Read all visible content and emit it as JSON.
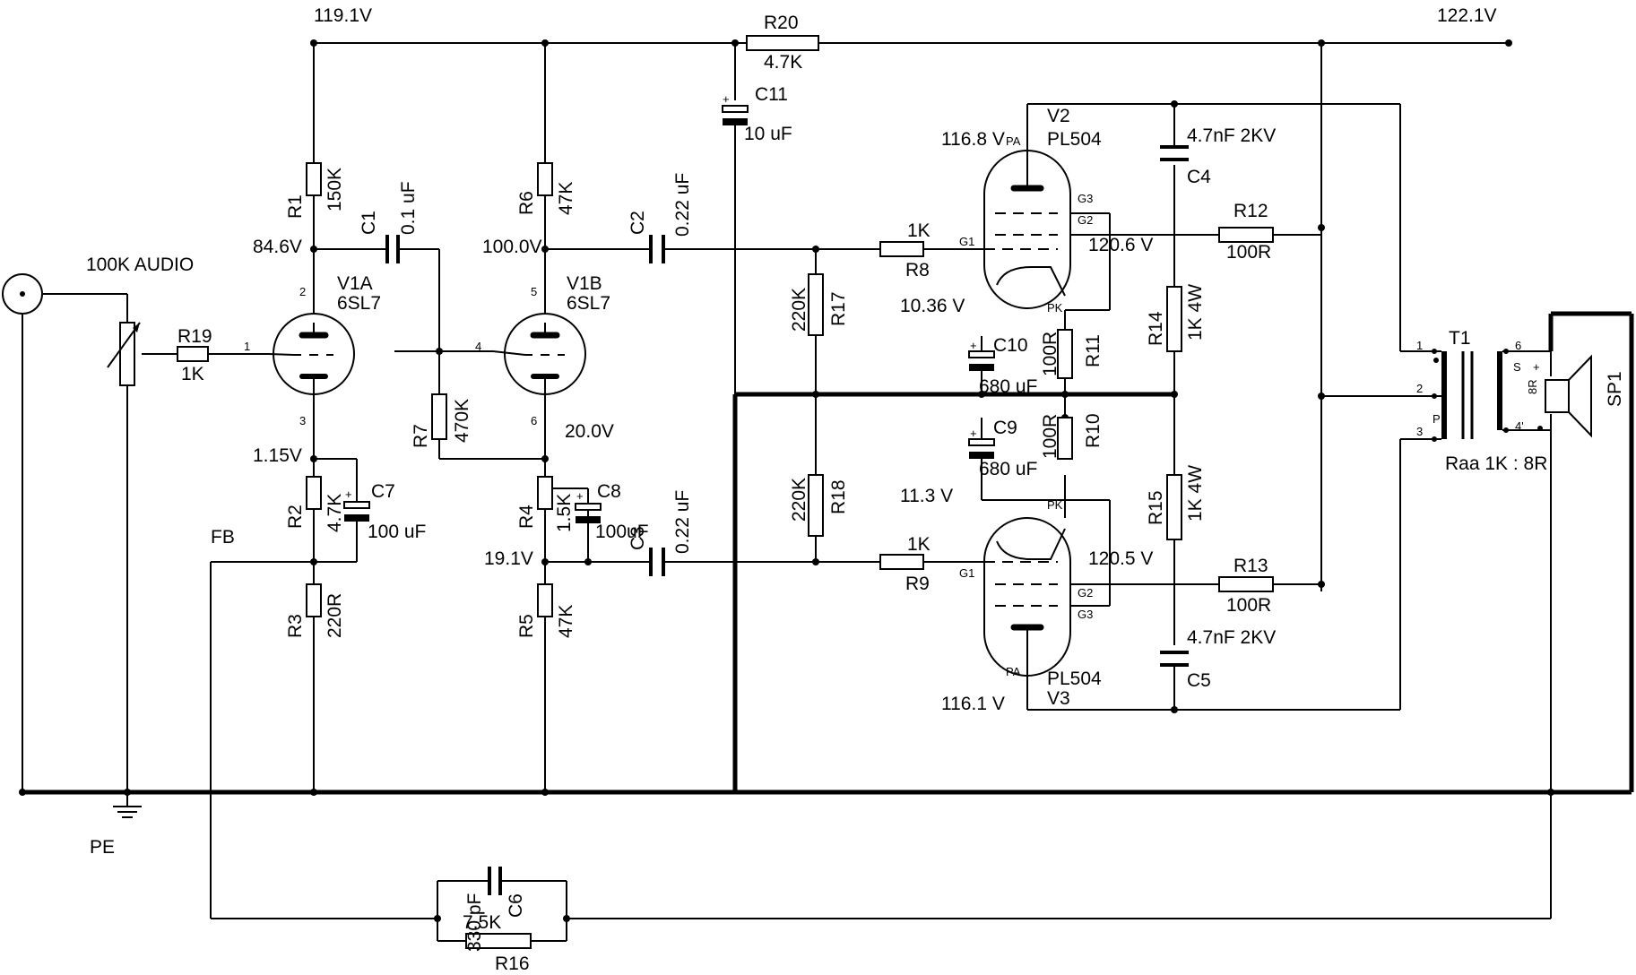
{
  "voltages": {
    "supply_left": "119.1V",
    "supply_right": "122.1V",
    "v1a_anode": "84.6V",
    "v1a_cathode": "1.15V",
    "v1b_anode": "100.0V",
    "v1b_cathode": "20.0V",
    "v1b_cathode_r5": "19.1V",
    "v2_anode": "116.8 V",
    "v2_g2": "120.6 V",
    "v2_cathode": "10.36 V",
    "v3_cathode": "11.3 V",
    "v3_g2": "120.5 V",
    "v3_anode": "116.1 V"
  },
  "components": {
    "r1": {
      "ref": "R1",
      "value": "150K"
    },
    "r2": {
      "ref": "R2",
      "value": "4.7K"
    },
    "r3": {
      "ref": "R3",
      "value": "220R"
    },
    "r4": {
      "ref": "R4",
      "value": "1.5K"
    },
    "r5": {
      "ref": "R5",
      "value": "47K"
    },
    "r6": {
      "ref": "R6",
      "value": "47K"
    },
    "r7": {
      "ref": "R7",
      "value": "470K"
    },
    "r8": {
      "ref": "R8",
      "value": "1K"
    },
    "r9": {
      "ref": "R9",
      "value": "1K"
    },
    "r10": {
      "ref": "R10",
      "value": "100R"
    },
    "r11": {
      "ref": "R11",
      "value": "100R"
    },
    "r12": {
      "ref": "R12",
      "value": "100R"
    },
    "r13": {
      "ref": "R13",
      "value": "100R"
    },
    "r14": {
      "ref": "R14",
      "value": "1K 4W"
    },
    "r15": {
      "ref": "R15",
      "value": "1K 4W"
    },
    "r16": {
      "ref": "R16",
      "value": "7.5K"
    },
    "r17": {
      "ref": "R17",
      "value": "220K"
    },
    "r18": {
      "ref": "R18",
      "value": "220K"
    },
    "r19": {
      "ref": "R19",
      "value": "1K"
    },
    "r20": {
      "ref": "R20",
      "value": "4.7K"
    },
    "c1": {
      "ref": "C1",
      "value": "0.1 uF"
    },
    "c2": {
      "ref": "C2",
      "value": "0.22 uF"
    },
    "c3": {
      "ref": "C3",
      "value": "0.22 uF"
    },
    "c4": {
      "ref": "C4",
      "value": "4.7nF 2KV"
    },
    "c5": {
      "ref": "C5",
      "value": "4.7nF 2KV"
    },
    "c6": {
      "ref": "C6",
      "value": "330 pF"
    },
    "c7": {
      "ref": "C7",
      "value": "100 uF"
    },
    "c8": {
      "ref": "C8",
      "value": "100uF"
    },
    "c9": {
      "ref": "C9",
      "value": "680 uF"
    },
    "c10": {
      "ref": "C10",
      "value": "680 uF"
    },
    "c11": {
      "ref": "C11",
      "value": "10 uF"
    },
    "v1a": {
      "ref": "V1A",
      "value": "6SL7"
    },
    "v1b": {
      "ref": "V1B",
      "value": "6SL7"
    },
    "v2": {
      "ref": "V2",
      "value": "PL504"
    },
    "v3": {
      "ref": "V3",
      "value": "PL504"
    },
    "t1": {
      "ref": "T1",
      "value": "Raa 1K : 8R"
    },
    "sp1": {
      "ref": "SP1"
    },
    "pot": {
      "value": "100K AUDIO"
    }
  },
  "pins": {
    "v1a_grid": "1",
    "v1a_anode": "2",
    "v1a_cathode": "3",
    "v1b_grid": "4",
    "v1b_anode": "5",
    "v1b_cathode": "6",
    "t1_p1": "1",
    "t1_p2": "2",
    "t1_p3": "3",
    "t1_s6": "6",
    "t1_s4": "4'",
    "pa": "PA",
    "g1": "G1",
    "g2": "G2",
    "g3": "G3",
    "pk": "PK",
    "t1_p_mark": "P",
    "t1_s_mark": "S",
    "t1_8r": "8R",
    "plus": "+"
  },
  "labels": {
    "fb": "FB",
    "pe": "PE"
  }
}
